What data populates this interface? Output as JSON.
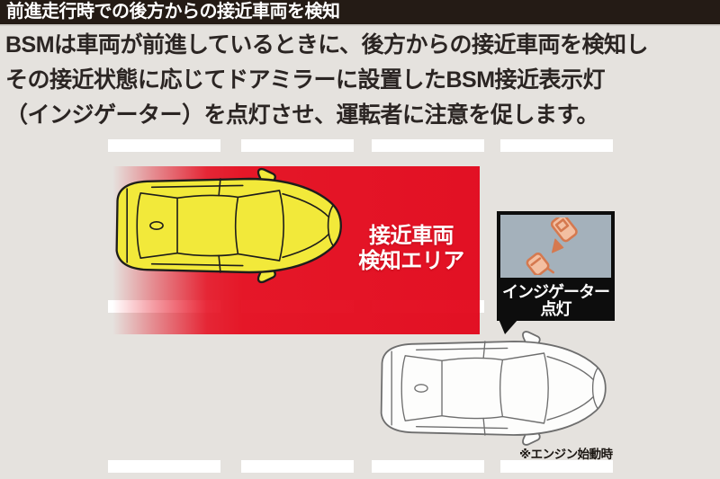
{
  "colors": {
    "page_bg": "#e5e2de",
    "header_bg": "#241b15",
    "text_color": "#2b2523",
    "zone_red": "#e50c1e",
    "car_yellow": "#f2e93a",
    "car_outline_dark": "#1d1d1b",
    "car_white": "#fdfdfc",
    "car_outline_light": "#6e6e6e",
    "inset_bg": "#a4b1bb",
    "indicator_orange": "#d5794f",
    "lane_white": "#ffffff"
  },
  "header": {
    "title": "前進走行時での後方からの接近車両を検知"
  },
  "intro": {
    "lines": [
      "BSMは車両が前進しているときに、後方からの接近車両を検知し",
      "その接近状態に応じてドアミラーに設置したBSM接近表示灯",
      "（インジゲーター）を点灯させ、運転者に注意を促します。"
    ]
  },
  "diagram": {
    "zone_label_lines": [
      "接近車両",
      "検知エリア"
    ],
    "indicator_callout_lines": [
      "インジゲーター",
      "点灯"
    ],
    "footnote": "※エンジン始動時"
  }
}
